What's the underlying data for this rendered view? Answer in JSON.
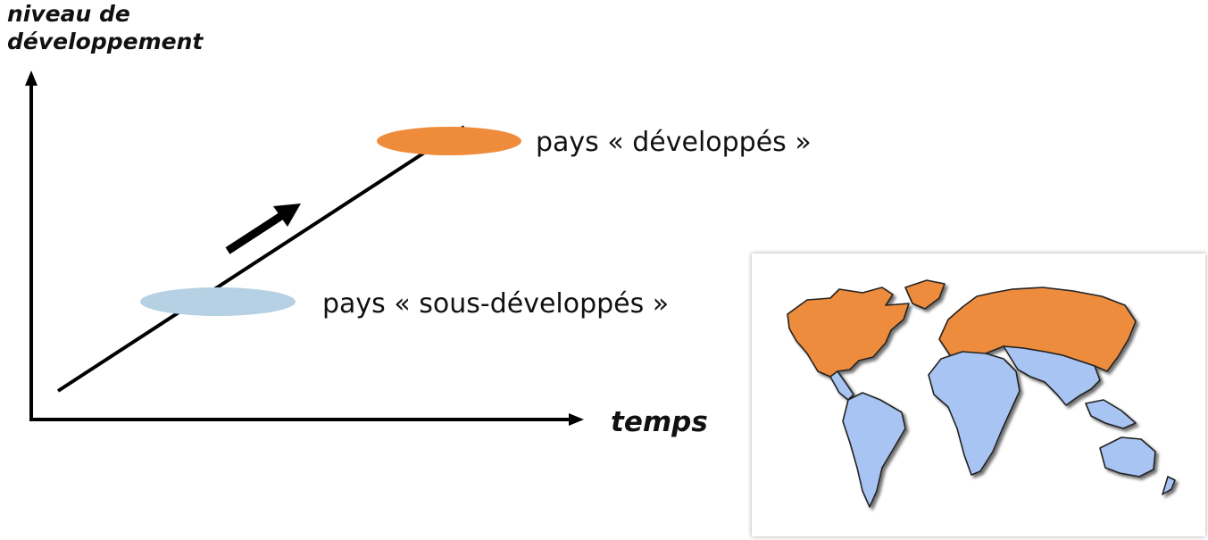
{
  "diagram": {
    "y_axis_label_line1": "niveau de",
    "y_axis_label_line2": "développement",
    "x_axis_label": "temps",
    "developed_label": "pays « développés »",
    "underdeveloped_label": "pays « sous-développés »"
  },
  "colors": {
    "developed": "#EE8C3C",
    "underdeveloped": "#B5D1E3",
    "map_south": "#A8C4F2",
    "axis": "#000000"
  },
  "map": {
    "icon": "world-map-north-south-divide"
  }
}
